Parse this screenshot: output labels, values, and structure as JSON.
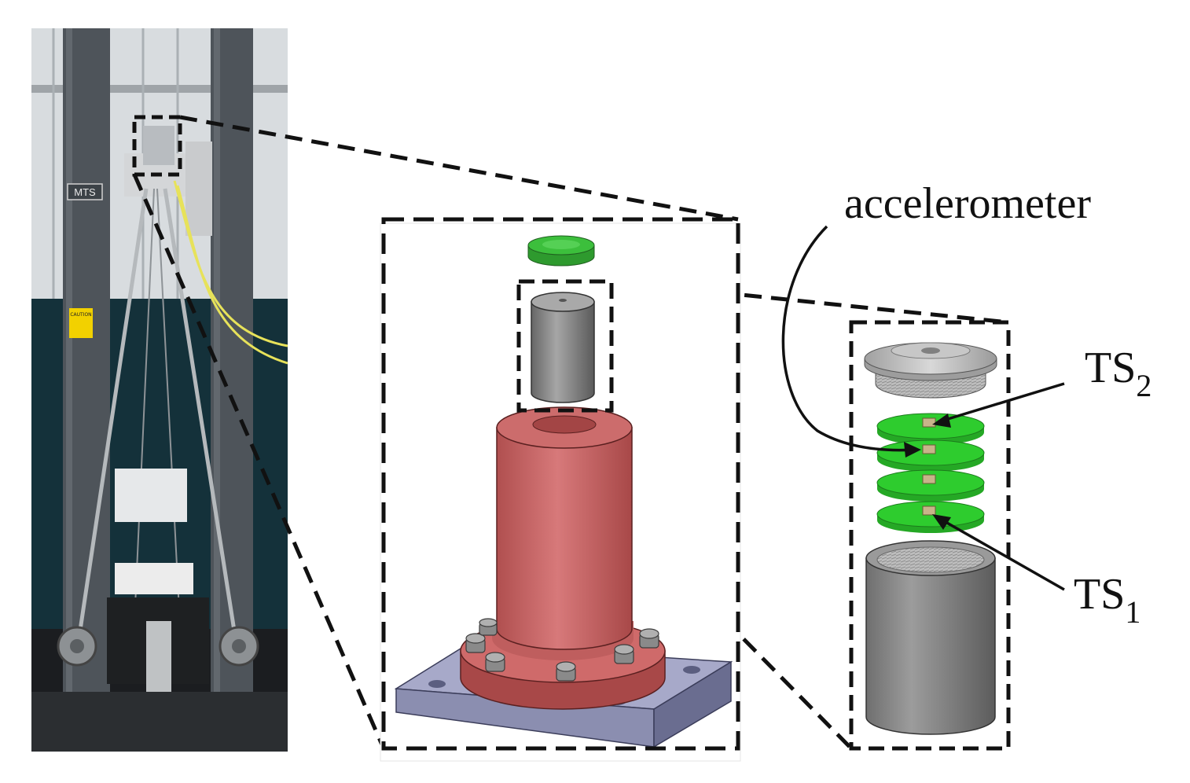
{
  "labels": {
    "accelerometer": "accelerometer",
    "ts2_main": "TS",
    "ts2_sub": "2",
    "ts1_main": "TS",
    "ts1_sub": "1"
  },
  "photo": {
    "machine_brand": "MTS",
    "caution_tag": "CAUTION"
  },
  "colors": {
    "background": "#ffffff",
    "dash_lines": "#111111",
    "red_housing": "#c45c5c",
    "base_plate": "#8e90b4",
    "bolts": "#8a8a8a",
    "cylinder_grey": "#7a7a7a",
    "green_plates": "#2ecc2e",
    "green_cap": "#3cbf3c",
    "sensor_tan": "#c8b48a",
    "photo_wall_dark": "#14313a",
    "photo_wall_light": "#cfd3d6",
    "photo_column": "#4e545a"
  },
  "icons": [
    "callout-dashed-box",
    "arrow-pointer"
  ]
}
